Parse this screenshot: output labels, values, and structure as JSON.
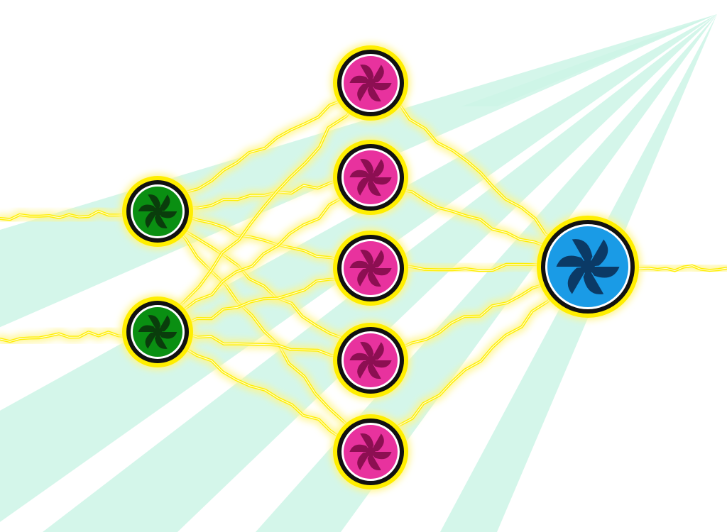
{
  "diagram": {
    "type": "neural-network",
    "layers": [
      {
        "role": "input",
        "node_count": 2,
        "color": "#0a8f12"
      },
      {
        "role": "hidden",
        "node_count": 5,
        "color": "#e8329e"
      },
      {
        "role": "output",
        "node_count": 1,
        "color": "#1a9be6"
      }
    ],
    "connection_style": "lightning",
    "colors": {
      "background": "#ffffff",
      "ray": "#cdf5e6",
      "lightning": "#ffee00",
      "lightning_glow": "#fff58a",
      "node_ring": "#ffee00",
      "node_outline": "#111111",
      "input_fill": "#0a8f12",
      "input_dark": "#0a3d0c",
      "hidden_fill": "#e8329e",
      "hidden_dark": "#8c0f52",
      "output_fill": "#1a9be6",
      "output_dark": "#0b3a66"
    }
  }
}
